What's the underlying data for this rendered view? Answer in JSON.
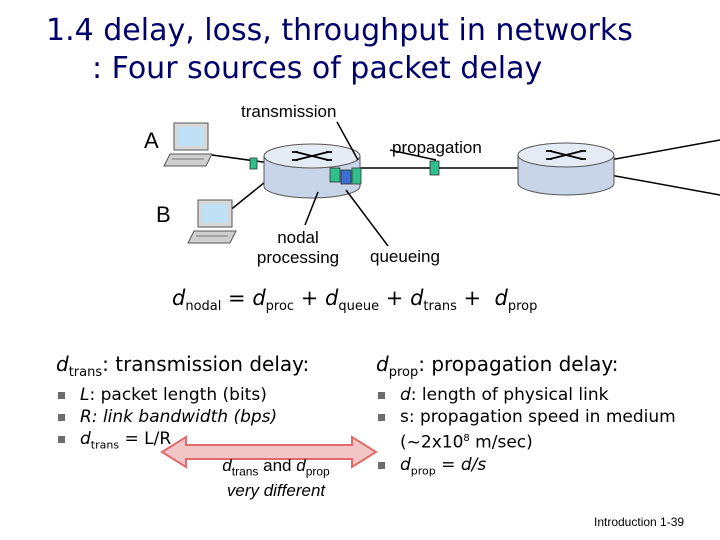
{
  "title": {
    "line1": "1.4 delay, loss, throughput in networks",
    "line2": ": Four sources of packet delay"
  },
  "diagram": {
    "host_a": "A",
    "host_b": "B",
    "transmission": "transmission",
    "propagation": "propagation",
    "nodal_processing_1": "nodal",
    "nodal_processing_2": "processing",
    "queueing": "queueing"
  },
  "formula": {
    "d": "d",
    "nodal": "nodal",
    "proc": "proc",
    "queue": "queue",
    "trans": "trans",
    "prop": "prop"
  },
  "left": {
    "heading_sub": "trans",
    "heading_rest": ": transmission delay:",
    "items": [
      {
        "var": "L",
        "text": ": packet length (bits)"
      },
      {
        "var": "R",
        "text": ": link bandwidth (bps)"
      },
      {
        "var": "d",
        "sub": "trans",
        "text": " = L/R"
      }
    ]
  },
  "right": {
    "heading_sub": "prop",
    "heading_rest": ": propagation delay:",
    "items": [
      {
        "var": "d",
        "text": ": length of physical link"
      },
      {
        "var": "s",
        "text": ": propagation speed in medium"
      },
      {
        "text": "(~2x10",
        "sup": "8",
        "text2": " m/sec)"
      },
      {
        "var": "d",
        "sub": "prop",
        "text": " = d/s"
      }
    ]
  },
  "note": {
    "d": "d",
    "trans": "trans",
    "and": " and ",
    "prop": "prop",
    "line2": "very different"
  },
  "footer": "Introduction 1-39",
  "colors": {
    "title": "#00006b",
    "arrow_fill": "#f2c6c6",
    "arrow_stroke": "#e06a6a",
    "packet": "#2fbf88",
    "router": "#c8d4e8"
  }
}
